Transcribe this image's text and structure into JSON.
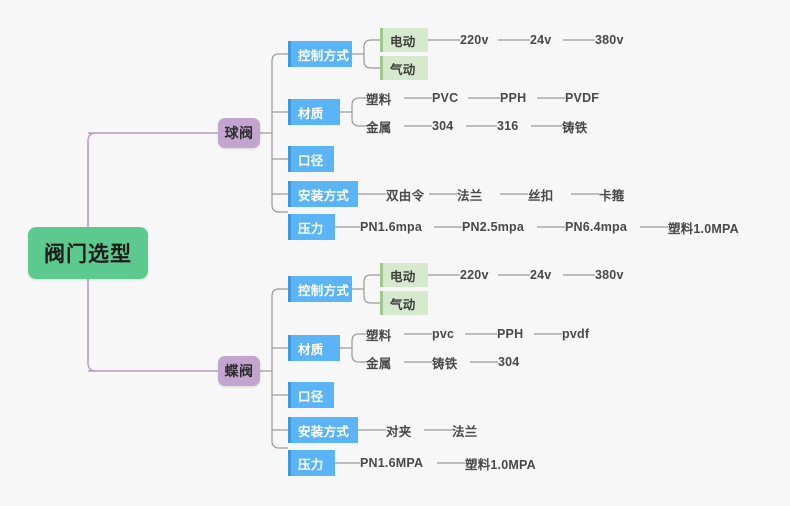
{
  "diagram": {
    "type": "mindmap",
    "title": "阀门选型",
    "background_color": "#f7f7f7",
    "colors": {
      "root": "#5cc98e",
      "level1": "#c3a4cf",
      "level2": "#5ab4f5",
      "level3": "#d6e9cd",
      "link_root": "#b79cc4",
      "link_branch": "#999999",
      "text": "#494949"
    }
  },
  "nodes": {
    "root": {
      "label": "阀门选型"
    },
    "ball_valve": {
      "label": "球阀"
    },
    "butterfly_valve": {
      "label": "蝶阀"
    },
    "ball": {
      "control_method": {
        "label": "控制方式"
      },
      "electric": {
        "label": "电动"
      },
      "pneumatic": {
        "label": "气动"
      },
      "voltages": [
        "220v",
        "24v",
        "380v"
      ],
      "material": {
        "label": "材质"
      },
      "plastic": {
        "label": "塑料"
      },
      "plastic_items": [
        "PVC",
        "PPH",
        "PVDF"
      ],
      "metal": {
        "label": "金属"
      },
      "metal_items": [
        "304",
        "316",
        "铸铁"
      ],
      "diameter": {
        "label": "口径"
      },
      "installation": {
        "label": "安装方式"
      },
      "installation_items": [
        "双由令",
        "法兰",
        "丝扣",
        "卡箍"
      ],
      "pressure": {
        "label": "压力"
      },
      "pressure_items": [
        "PN1.6mpa",
        "PN2.5mpa",
        "PN6.4mpa",
        "塑料1.0MPA"
      ]
    },
    "butterfly": {
      "control_method": {
        "label": "控制方式"
      },
      "electric": {
        "label": "电动"
      },
      "pneumatic": {
        "label": "气动"
      },
      "voltages": [
        "220v",
        "24v",
        "380v"
      ],
      "material": {
        "label": "材质"
      },
      "plastic": {
        "label": "塑料"
      },
      "plastic_items": [
        "pvc",
        "PPH",
        "pvdf"
      ],
      "metal": {
        "label": "金属"
      },
      "metal_items": [
        "铸铁",
        "304"
      ],
      "diameter": {
        "label": "口径"
      },
      "installation": {
        "label": "安装方式"
      },
      "installation_items": [
        "对夹",
        "法兰"
      ],
      "pressure": {
        "label": "压力"
      },
      "pressure_items": [
        "PN1.6MPA",
        "塑料1.0MPA"
      ]
    }
  }
}
